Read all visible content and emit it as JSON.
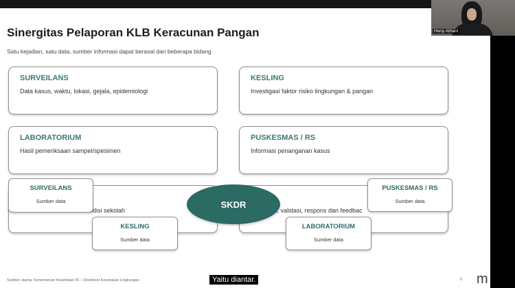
{
  "slide": {
    "title": "Sinergitas Pelaporan KLB Keracunan Pangan",
    "subtitle": "Satu kejadian, satu data, sumber informasi dapat berasal dari beberapa bidang",
    "cards": [
      {
        "heading": "SURVEILANS",
        "desc": "Data kasus, waktu, lokasi, gejala, epidemiologi"
      },
      {
        "heading": "KESLING",
        "desc": "Investigasi faktor risiko lingkungan & pangan"
      },
      {
        "heading": "LABORATORIUM",
        "desc": "Hasil pemeriksaan sampel/spesimen"
      },
      {
        "heading": "PUSKESMAS / RS",
        "desc": "Informasi penanganan kasus"
      }
    ],
    "hidden_left_text": "ndisi sekolah",
    "hidden_right_text": "si, validasi, respons dan feedbac",
    "center_label": "SKDR",
    "sources": [
      {
        "heading": "SURVEILANS",
        "desc": "Sumber data"
      },
      {
        "heading": "KESLING",
        "desc": "Sumber data"
      },
      {
        "heading": "PUSKESMAS / RS",
        "desc": "Sumber data"
      },
      {
        "heading": "LABORATORIUM",
        "desc": "Sumber data"
      }
    ],
    "source_note": "Sumber utama: Kementerian Kesehatan RI – Direktorat Kesehatan Lingkungan",
    "page_number": "6"
  },
  "caption": "Yaitu diantar.",
  "webcam": {
    "name": "Heny Afriani"
  },
  "watermark_fragment": "m"
}
